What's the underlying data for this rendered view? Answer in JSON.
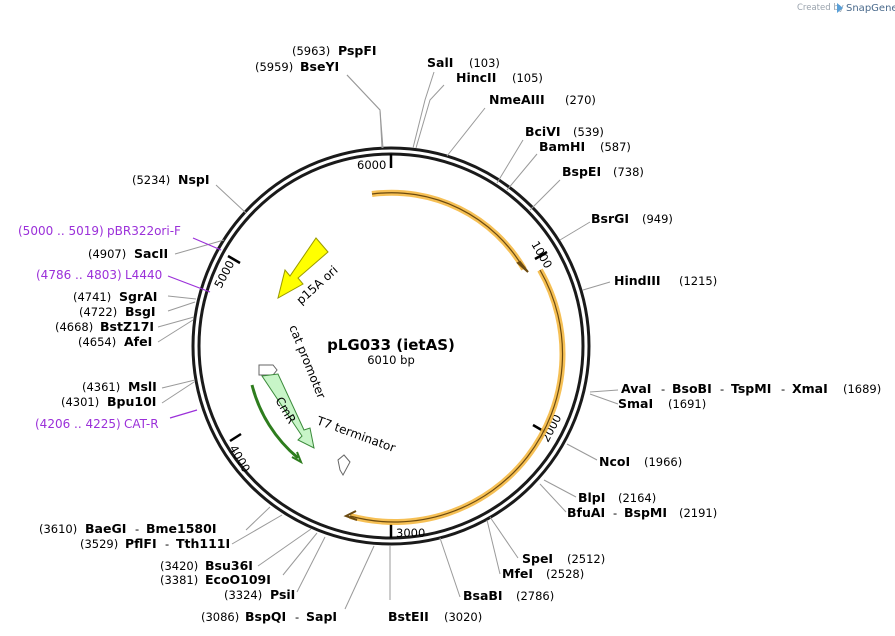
{
  "watermark": {
    "created_by": "Created by",
    "brand": "SnapGene"
  },
  "plasmid": {
    "name": "pLG033 (ietAS)",
    "length_label": "6010 bp"
  },
  "ticks": {
    "t1000": "1000",
    "t2000": "2000",
    "t3000": "3000",
    "t4000": "4000",
    "t5000": "5000",
    "t6000": "6000"
  },
  "enzymes": {
    "pspfi": {
      "pos": "(5963)",
      "name": "PspFI"
    },
    "bseyi": {
      "pos": "(5959)",
      "name": "BseYI"
    },
    "sali": {
      "name": "SalI",
      "pos": "(103)"
    },
    "hincii": {
      "name": "HincII",
      "pos": "(105)"
    },
    "nmeaiii": {
      "name": "NmeAIII",
      "pos": "(270)"
    },
    "bcivi": {
      "name": "BciVI",
      "pos": "(539)"
    },
    "bamhi": {
      "name": "BamHI",
      "pos": "(587)"
    },
    "bspei": {
      "name": "BspEI",
      "pos": "(738)"
    },
    "bsrgi": {
      "name": "BsrGI",
      "pos": "(949)"
    },
    "hindiii": {
      "name": "HindIII",
      "pos": "(1215)"
    },
    "ava": {
      "n1": "AvaI",
      "sep1": "-",
      "n2": "BsoBI",
      "sep2": "-",
      "n3": "TspMI",
      "sep3": "-",
      "n4": "XmaI",
      "pos": "(1689)"
    },
    "smai": {
      "name": "SmaI",
      "pos": "(1691)"
    },
    "ncoi": {
      "name": "NcoI",
      "pos": "(1966)"
    },
    "blpi": {
      "name": "BlpI",
      "pos": "(2164)"
    },
    "bfuai": {
      "n1": "BfuAI",
      "sep": "-",
      "n2": "BspMI",
      "pos": "(2191)"
    },
    "spei": {
      "name": "SpeI",
      "pos": "(2512)"
    },
    "mfei": {
      "name": "MfeI",
      "pos": "(2528)"
    },
    "bsabi": {
      "name": "BsaBI",
      "pos": "(2786)"
    },
    "bsteii": {
      "name": "BstEII",
      "pos": "(3020)"
    },
    "bspqi": {
      "pos": "(3086)",
      "n1": "BspQI",
      "sep": "-",
      "n2": "SapI"
    },
    "psii": {
      "pos": "(3324)",
      "name": "PsiI"
    },
    "eco0109i": {
      "pos": "(3381)",
      "name": "EcoO109I"
    },
    "bsu36i": {
      "pos": "(3420)",
      "name": "Bsu36I"
    },
    "pflfi": {
      "pos": "(3529)",
      "n1": "PflFI",
      "sep": "-",
      "n2": "Tth111I"
    },
    "baegi": {
      "pos": "(3610)",
      "n1": "BaeGI",
      "sep": "-",
      "n2": "Bme1580I"
    },
    "bpu10i": {
      "pos": "(4301)",
      "name": "Bpu10I"
    },
    "msli": {
      "pos": "(4361)",
      "name": "MslI"
    },
    "afei": {
      "pos": "(4654)",
      "name": "AfeI"
    },
    "bstz17i": {
      "pos": "(4668)",
      "name": "BstZ17I"
    },
    "bsgi": {
      "pos": "(4722)",
      "name": "BsgI"
    },
    "sgrai": {
      "pos": "(4741)",
      "name": "SgrAI"
    },
    "sacii": {
      "pos": "(4907)",
      "name": "SacII"
    },
    "nspi": {
      "pos": "(5234)",
      "name": "NspI"
    }
  },
  "primers": {
    "cat_r": {
      "range": "(4206 .. 4225)",
      "name": "CAT-R"
    },
    "l4440": {
      "range": "(4786 .. 4803)",
      "name": "L4440"
    },
    "pbr322ori_f": {
      "range": "(5000 .. 5019)",
      "name": "pBR322ori-F"
    }
  },
  "features": {
    "p15a_ori": "p15A ori",
    "cat_promoter": "cat promoter",
    "cmr": "CmR",
    "t7_terminator": "T7 terminator"
  },
  "colors": {
    "primer": "#9b30d9",
    "orange_arc": "#f5b942",
    "ori": "#ffff00",
    "cmr": "#c8f5c8"
  }
}
